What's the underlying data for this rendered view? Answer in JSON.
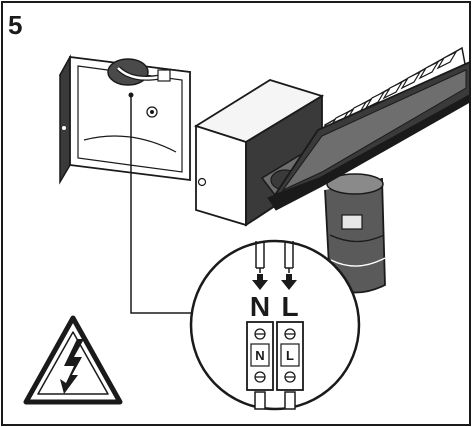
{
  "step": {
    "number": "5"
  },
  "terminal": {
    "left": {
      "label": "N",
      "block_label": "N"
    },
    "right": {
      "label": "L",
      "block_label": "L"
    }
  },
  "icons": {
    "warning": "high-voltage-warning-icon",
    "arrow": "arrow-down-icon",
    "screw": "screw-terminal-icon"
  },
  "colors": {
    "line": "#1a1a1a",
    "dark_fill": "#3a3a3a",
    "mid_fill": "#6e6e6e",
    "light_fill": "#e6e6e6"
  }
}
